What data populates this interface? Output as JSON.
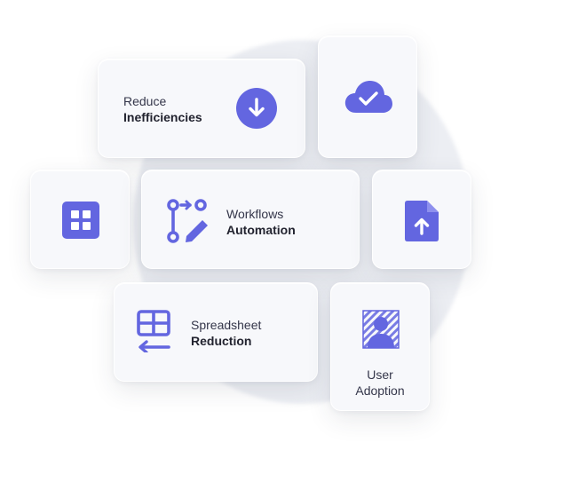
{
  "cards": {
    "reduce": {
      "line1": "Reduce",
      "line2": "Inefficiencies",
      "icon": "arrow-down-circle-icon"
    },
    "cloud": {
      "icon": "cloud-check-icon"
    },
    "grid": {
      "icon": "grid-icon"
    },
    "workflows": {
      "line1": "Workflows",
      "line2": "Automation",
      "icon": "git-branch-edit-icon"
    },
    "upload": {
      "icon": "file-upload-icon"
    },
    "spreadsheet": {
      "line1": "Spreadsheet",
      "line2": "Reduction",
      "icon": "table-arrow-icon"
    },
    "user": {
      "line1": "User",
      "line2": "Adoption",
      "icon": "user-frame-icon"
    }
  },
  "colors": {
    "accent": "#6366e0",
    "card_bg": "#f7f8fb",
    "blob": "#eceef3"
  }
}
